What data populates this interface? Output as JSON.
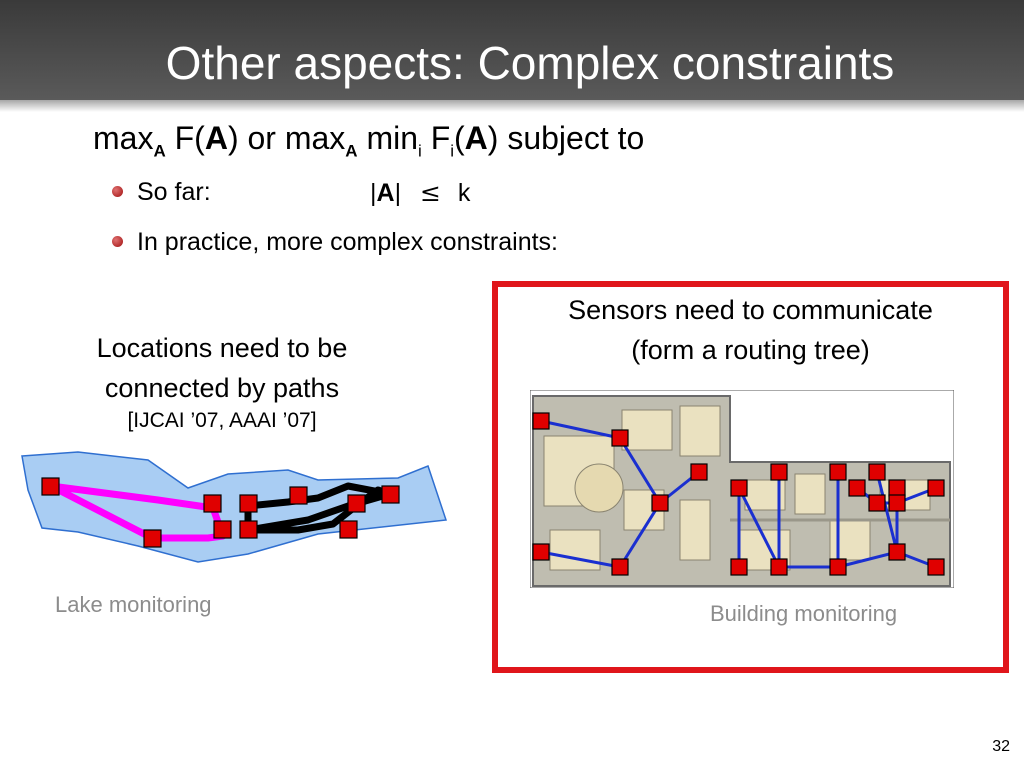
{
  "slide": {
    "title": "Other aspects: Complex constraints",
    "formula": {
      "max1": "max",
      "sub_a1": "A",
      "f_open": " F(",
      "a1": "A",
      "or_max": ") or max",
      "sub_a2": "A",
      "min": " min",
      "sub_i": "i",
      "f2": " F",
      "sub_i2": "i",
      "paren": "(",
      "a2": "A",
      "subject_to": ") subject to"
    },
    "bullets": [
      {
        "label": "So far:",
        "value_open": "|",
        "value_bold": "A",
        "value_close": "|",
        "le": "≤",
        "k": "k"
      },
      {
        "label": "In practice, more complex constraints:"
      }
    ],
    "left_caption": {
      "line1": "Locations need to be",
      "line2": "connected by paths",
      "ref": "[IJCAI ’07, AAAI ’07]"
    },
    "left_label": "Lake monitoring",
    "right_caption": {
      "line1": "Sensors need to communicate",
      "line2": "(form a routing tree)"
    },
    "right_label": "Building monitoring",
    "page_number": "32",
    "colors": {
      "title_bar": "#4a4a4a",
      "box_border": "#e0161b",
      "sensor": "#e00000",
      "tree_edge": "#1a2fd0",
      "lake_fill": "#a9cdf3",
      "path_magenta": "#ff00ff",
      "path_black": "#000000",
      "label_gray": "#8c8c8c"
    }
  }
}
